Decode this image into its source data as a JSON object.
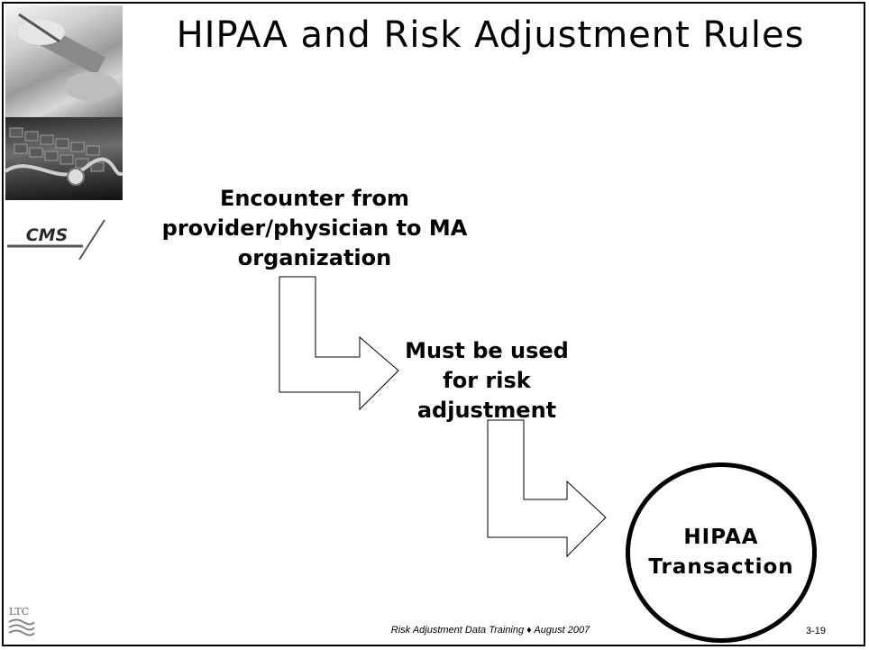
{
  "slide": {
    "title": "HIPAA and Risk Adjustment Rules",
    "step1": "Encounter from provider/physician to MA organization",
    "step2": "Must be used for risk adjustment",
    "step3": "HIPAA\nTransaction",
    "footer": "Risk Adjustment Data Training ♦ August 2007",
    "page_number": "3-19"
  },
  "logos": {
    "cms": "CMS",
    "ltc": "LTC"
  }
}
